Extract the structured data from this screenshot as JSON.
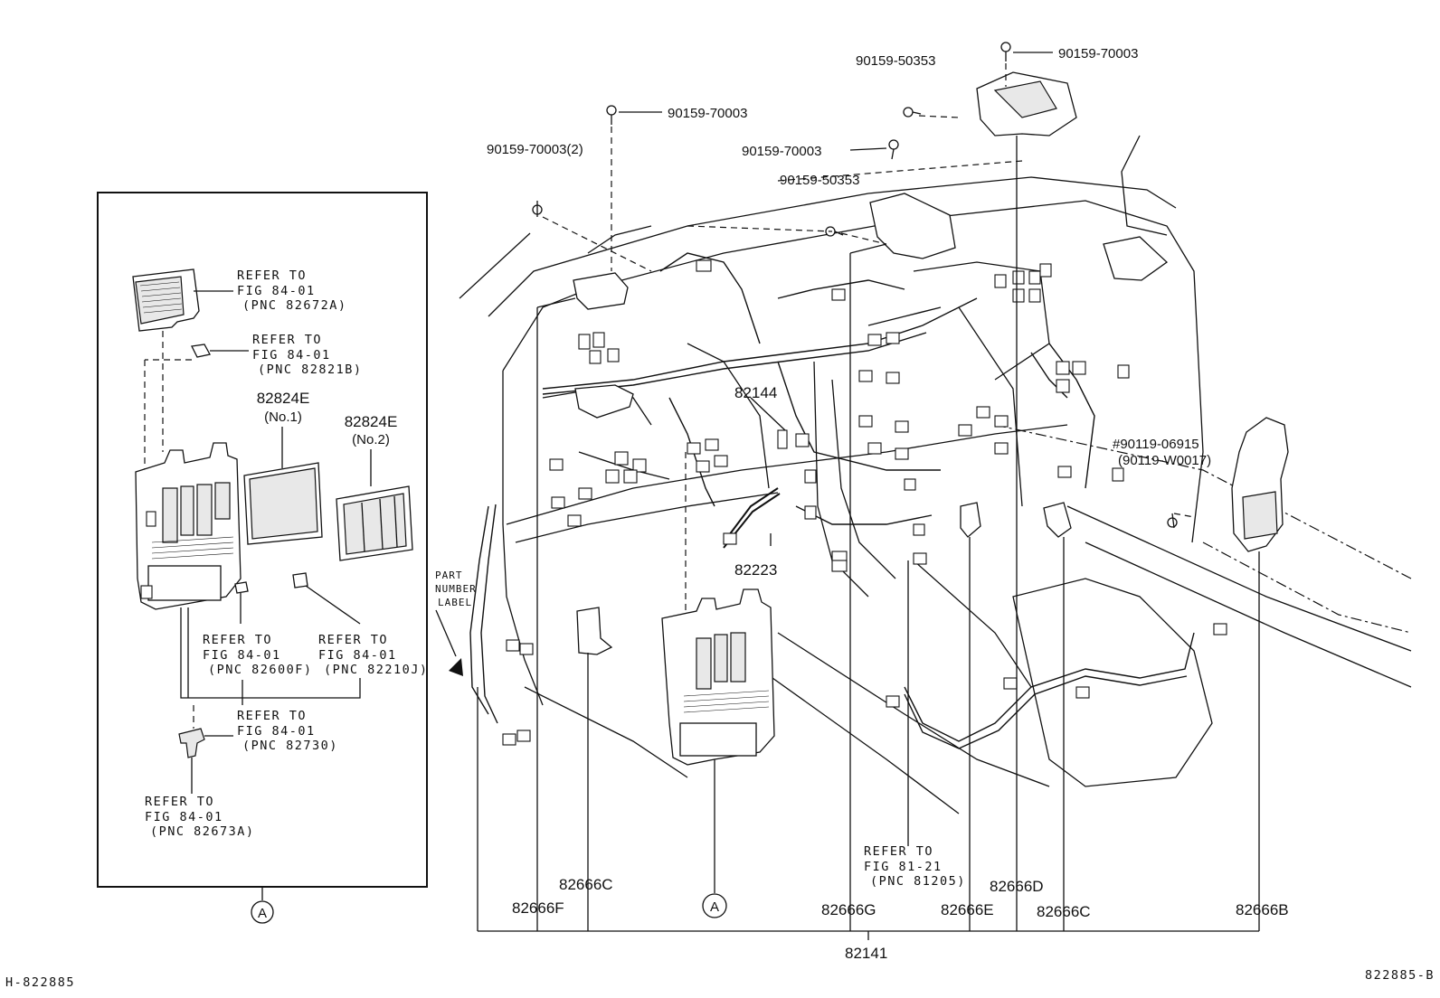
{
  "header": {
    "bottom_left_id": "H-822885",
    "bottom_right_id": "822885-B"
  },
  "detail_box": {
    "bottom_marker": "A",
    "labels": {
      "relay_block_no1": "82824E",
      "relay_block_no1_sub": "(No.1)",
      "relay_block_no2": "82824E",
      "relay_block_no2_sub": "(No.2)"
    },
    "refer_notes": [
      {
        "l1": "REFER TO",
        "l2": "FIG 84-01",
        "l3": "(PNC 82672A)"
      },
      {
        "l1": "REFER TO",
        "l2": "FIG 84-01",
        "l3": "(PNC 82821B)"
      },
      {
        "l1": "REFER TO",
        "l2": "FIG 84-01",
        "l3": "(PNC 82600F)"
      },
      {
        "l1": "REFER TO",
        "l2": "FIG 84-01",
        "l3": "(PNC 82210J)"
      },
      {
        "l1": "REFER TO",
        "l2": "FIG 84-01",
        "l3": "(PNC 82730)"
      },
      {
        "l1": "REFER TO",
        "l2": "FIG 84-01",
        "l3": "(PNC 82673A)"
      }
    ]
  },
  "fasteners": {
    "f1": "90159-70003",
    "f2": "90159-50353",
    "f3": "90159-70003",
    "f4": "90159-70003(2)",
    "f5": "90159-70003",
    "f6": "90159-50353",
    "f7": "#90119-06915",
    "f8": "(90119-W0017)"
  },
  "part_label": {
    "l1": "PART",
    "l2": "NUMBER",
    "l3": "LABEL"
  },
  "parts": {
    "p82144": "82144",
    "p82223": "82223",
    "p82666C_left": "82666C",
    "p82666F": "82666F",
    "marker_A": "A",
    "p82666G": "82666G",
    "p82666D": "82666D",
    "p82666E": "82666E",
    "p82666C_right": "82666C",
    "p82666B": "82666B",
    "p82141": "82141"
  },
  "main_refer": {
    "l1": "REFER TO",
    "l2": "FIG 81-21",
    "l3": "(PNC 81205)"
  }
}
